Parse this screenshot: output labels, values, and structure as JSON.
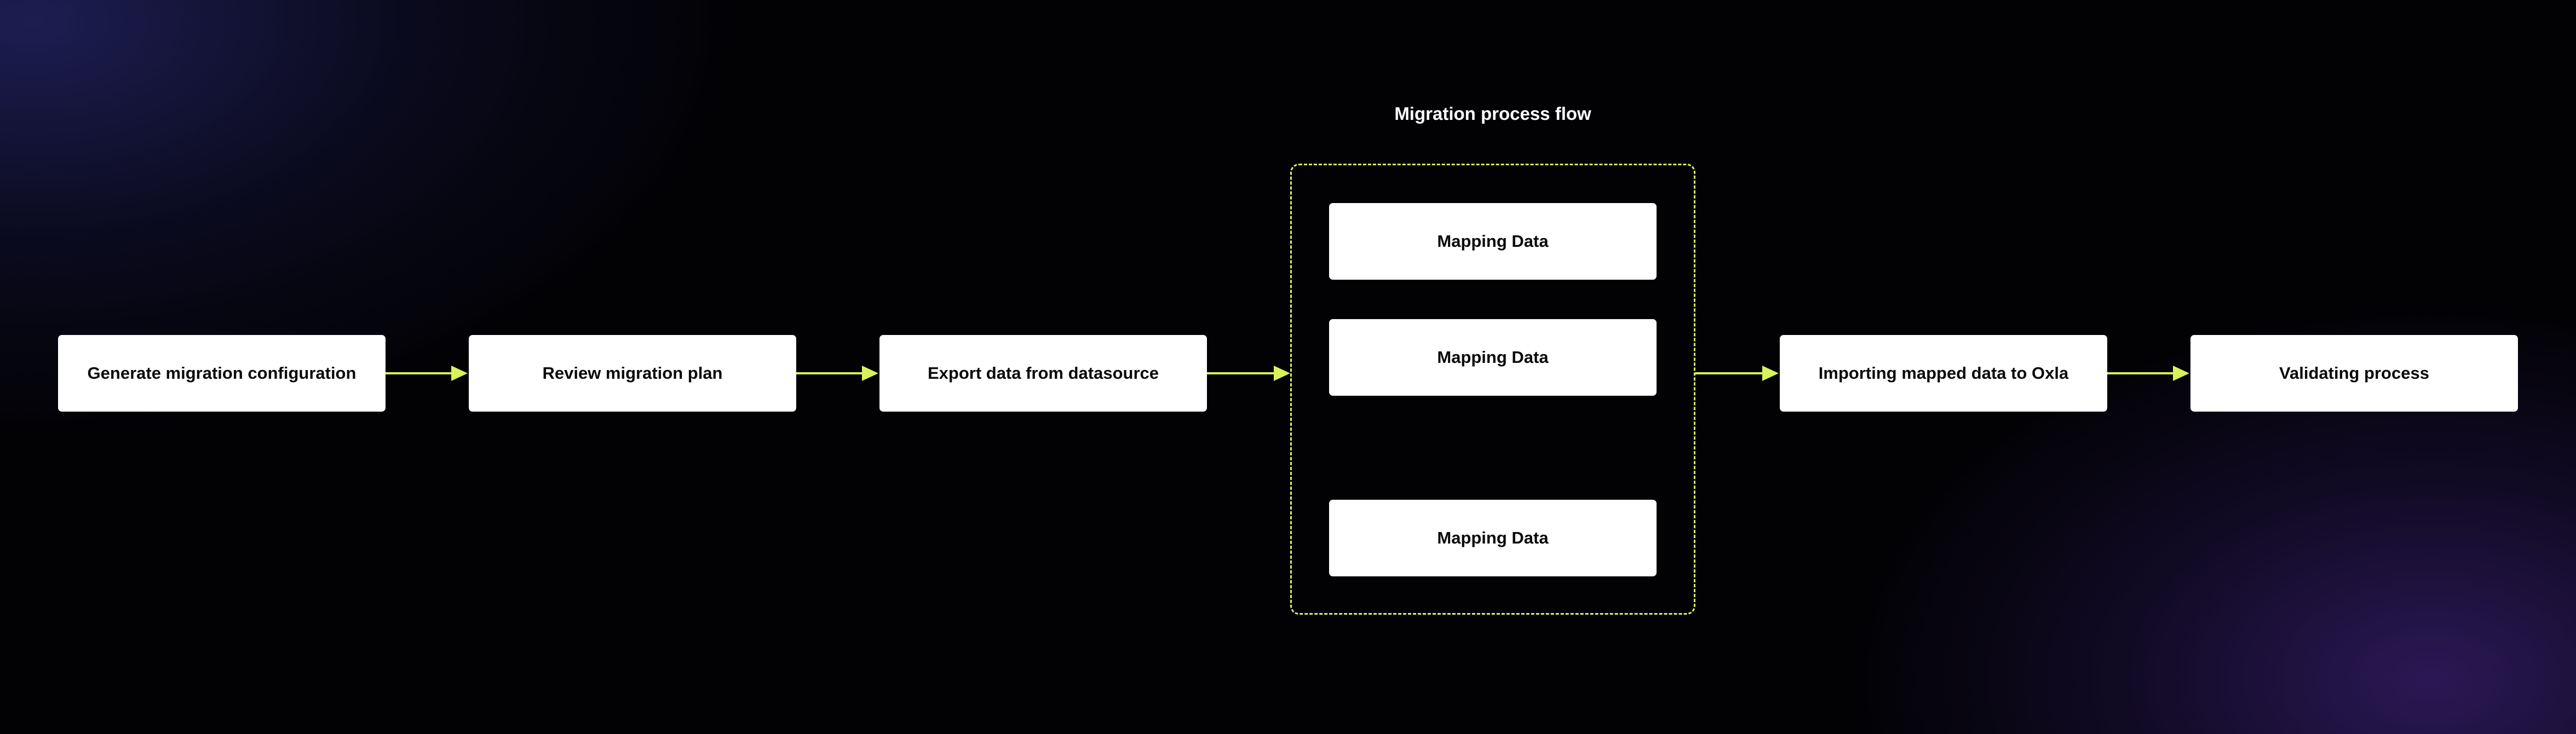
{
  "diagram": {
    "group_title": "Migration process flow",
    "accent_color": "#d8f25c",
    "box_color": "#ffffff",
    "steps": [
      {
        "label": "Generate migration configuration"
      },
      {
        "label": "Review migration plan"
      },
      {
        "label": "Export data from datasource"
      },
      {
        "label": "Importing mapped data to Oxla"
      },
      {
        "label": "Validating process"
      }
    ],
    "group_items": [
      {
        "label": "Mapping Data"
      },
      {
        "label": "Mapping Data"
      },
      {
        "label": "Mapping Data"
      }
    ]
  }
}
